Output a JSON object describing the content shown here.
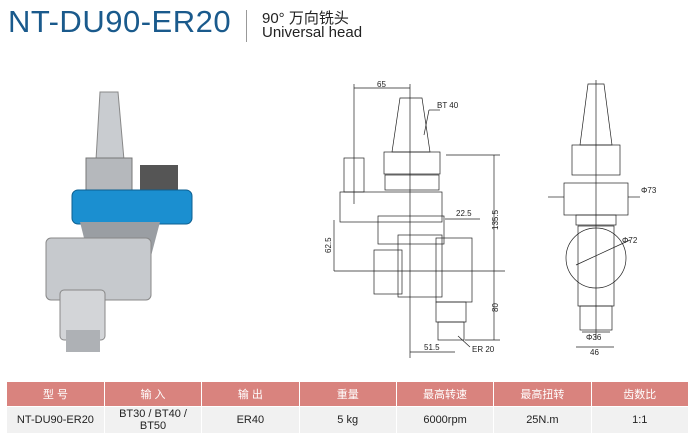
{
  "header": {
    "title": "NT-DU90-ER20",
    "subtitle_cn": "90°  万向铣头",
    "subtitle_en": "Universal head"
  },
  "drawing": {
    "dim_65": "65",
    "bt": "BT 40",
    "dim_1355": "135.5",
    "dim_225": "22.5",
    "dim_625": "62.5",
    "dim_80": "80",
    "dim_515": "51.5",
    "er": "ER 20",
    "phi73": "Φ73",
    "phi72": "Φ72",
    "phi36": "Φ36",
    "dim_46": "46"
  },
  "table": {
    "headers": [
      "型 号",
      "输 入",
      "输 出",
      "重量",
      "最高转速",
      "最高扭转",
      "齿数比"
    ],
    "row": [
      "NT-DU90-ER20",
      "BT30 / BT40 / BT50",
      "ER40",
      "5 kg",
      "6000rpm",
      "25N.m",
      "1:1"
    ]
  }
}
